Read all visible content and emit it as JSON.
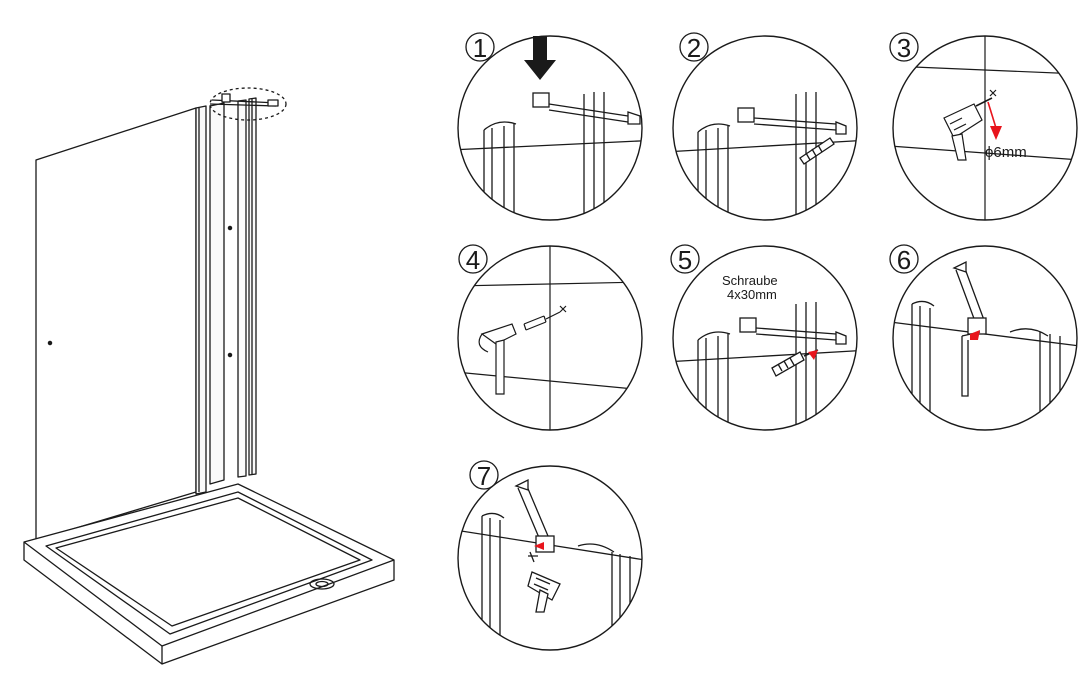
{
  "steps": [
    {
      "number": "1"
    },
    {
      "number": "2"
    },
    {
      "number": "3",
      "label": "ϕ6mm"
    },
    {
      "number": "4"
    },
    {
      "number": "5",
      "label_line1": "Schraube",
      "label_line2": "4x30mm"
    },
    {
      "number": "6"
    },
    {
      "number": "7"
    }
  ],
  "colors": {
    "line": "#1a1a1a",
    "accent": "#e8141c",
    "fill_light": "#f2f2f2"
  }
}
